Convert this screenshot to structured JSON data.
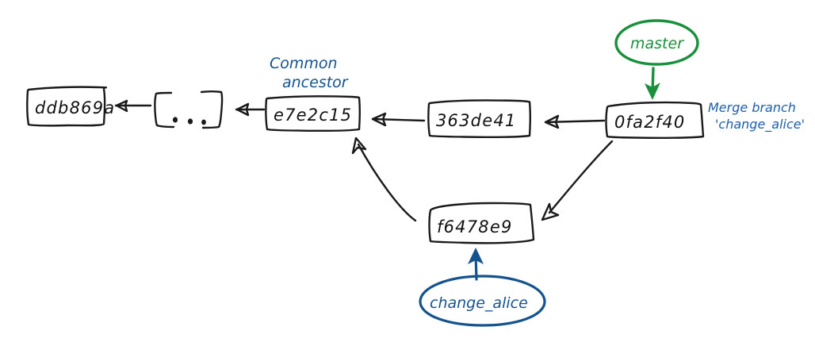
{
  "diagram": {
    "title": "Git merge commit graph",
    "background_color": "#ffffff",
    "ink_color": "#1a1a1a",
    "accent_blue": "#15538f",
    "accent_green": "#1a8f3c",
    "style": "hand-drawn sketch"
  },
  "commits": [
    {
      "id": "ddb869a",
      "label": "ddb869a",
      "role": "oldest-commit"
    },
    {
      "id": "ellipsis",
      "label": "[...]",
      "role": "elided-history"
    },
    {
      "id": "e7e2c15",
      "label": "e7e2c15",
      "role": "common-ancestor"
    },
    {
      "id": "363de41",
      "label": "363de41",
      "role": "master-parent"
    },
    {
      "id": "0fa2f40",
      "label": "0fa2f40",
      "role": "merge-commit"
    },
    {
      "id": "f6478e9",
      "label": "f6478e9",
      "role": "branch-tip"
    }
  ],
  "annotations": {
    "common_ancestor": {
      "line1": "Common",
      "line2": "ancestor",
      "color": "#1f5ea8"
    },
    "merge_message": {
      "line1": "Merge branch",
      "line2": "'change_alice'",
      "color": "#1f5ea8"
    }
  },
  "branch_labels": [
    {
      "name": "master",
      "color": "#1a8f3c",
      "points_to": "0fa2f40"
    },
    {
      "name": "change_alice",
      "color": "#15538f",
      "points_to": "f6478e9"
    }
  ],
  "edges": [
    {
      "from": "ellipsis",
      "to": "ddb869a",
      "kind": "parent-arrow"
    },
    {
      "from": "e7e2c15",
      "to": "ellipsis",
      "kind": "parent-arrow"
    },
    {
      "from": "363de41",
      "to": "e7e2c15",
      "kind": "parent-arrow"
    },
    {
      "from": "0fa2f40",
      "to": "363de41",
      "kind": "parent-arrow"
    },
    {
      "from": "f6478e9",
      "to": "e7e2c15",
      "kind": "parent-arrow"
    },
    {
      "from": "0fa2f40",
      "to": "f6478e9",
      "kind": "parent-arrow"
    }
  ]
}
